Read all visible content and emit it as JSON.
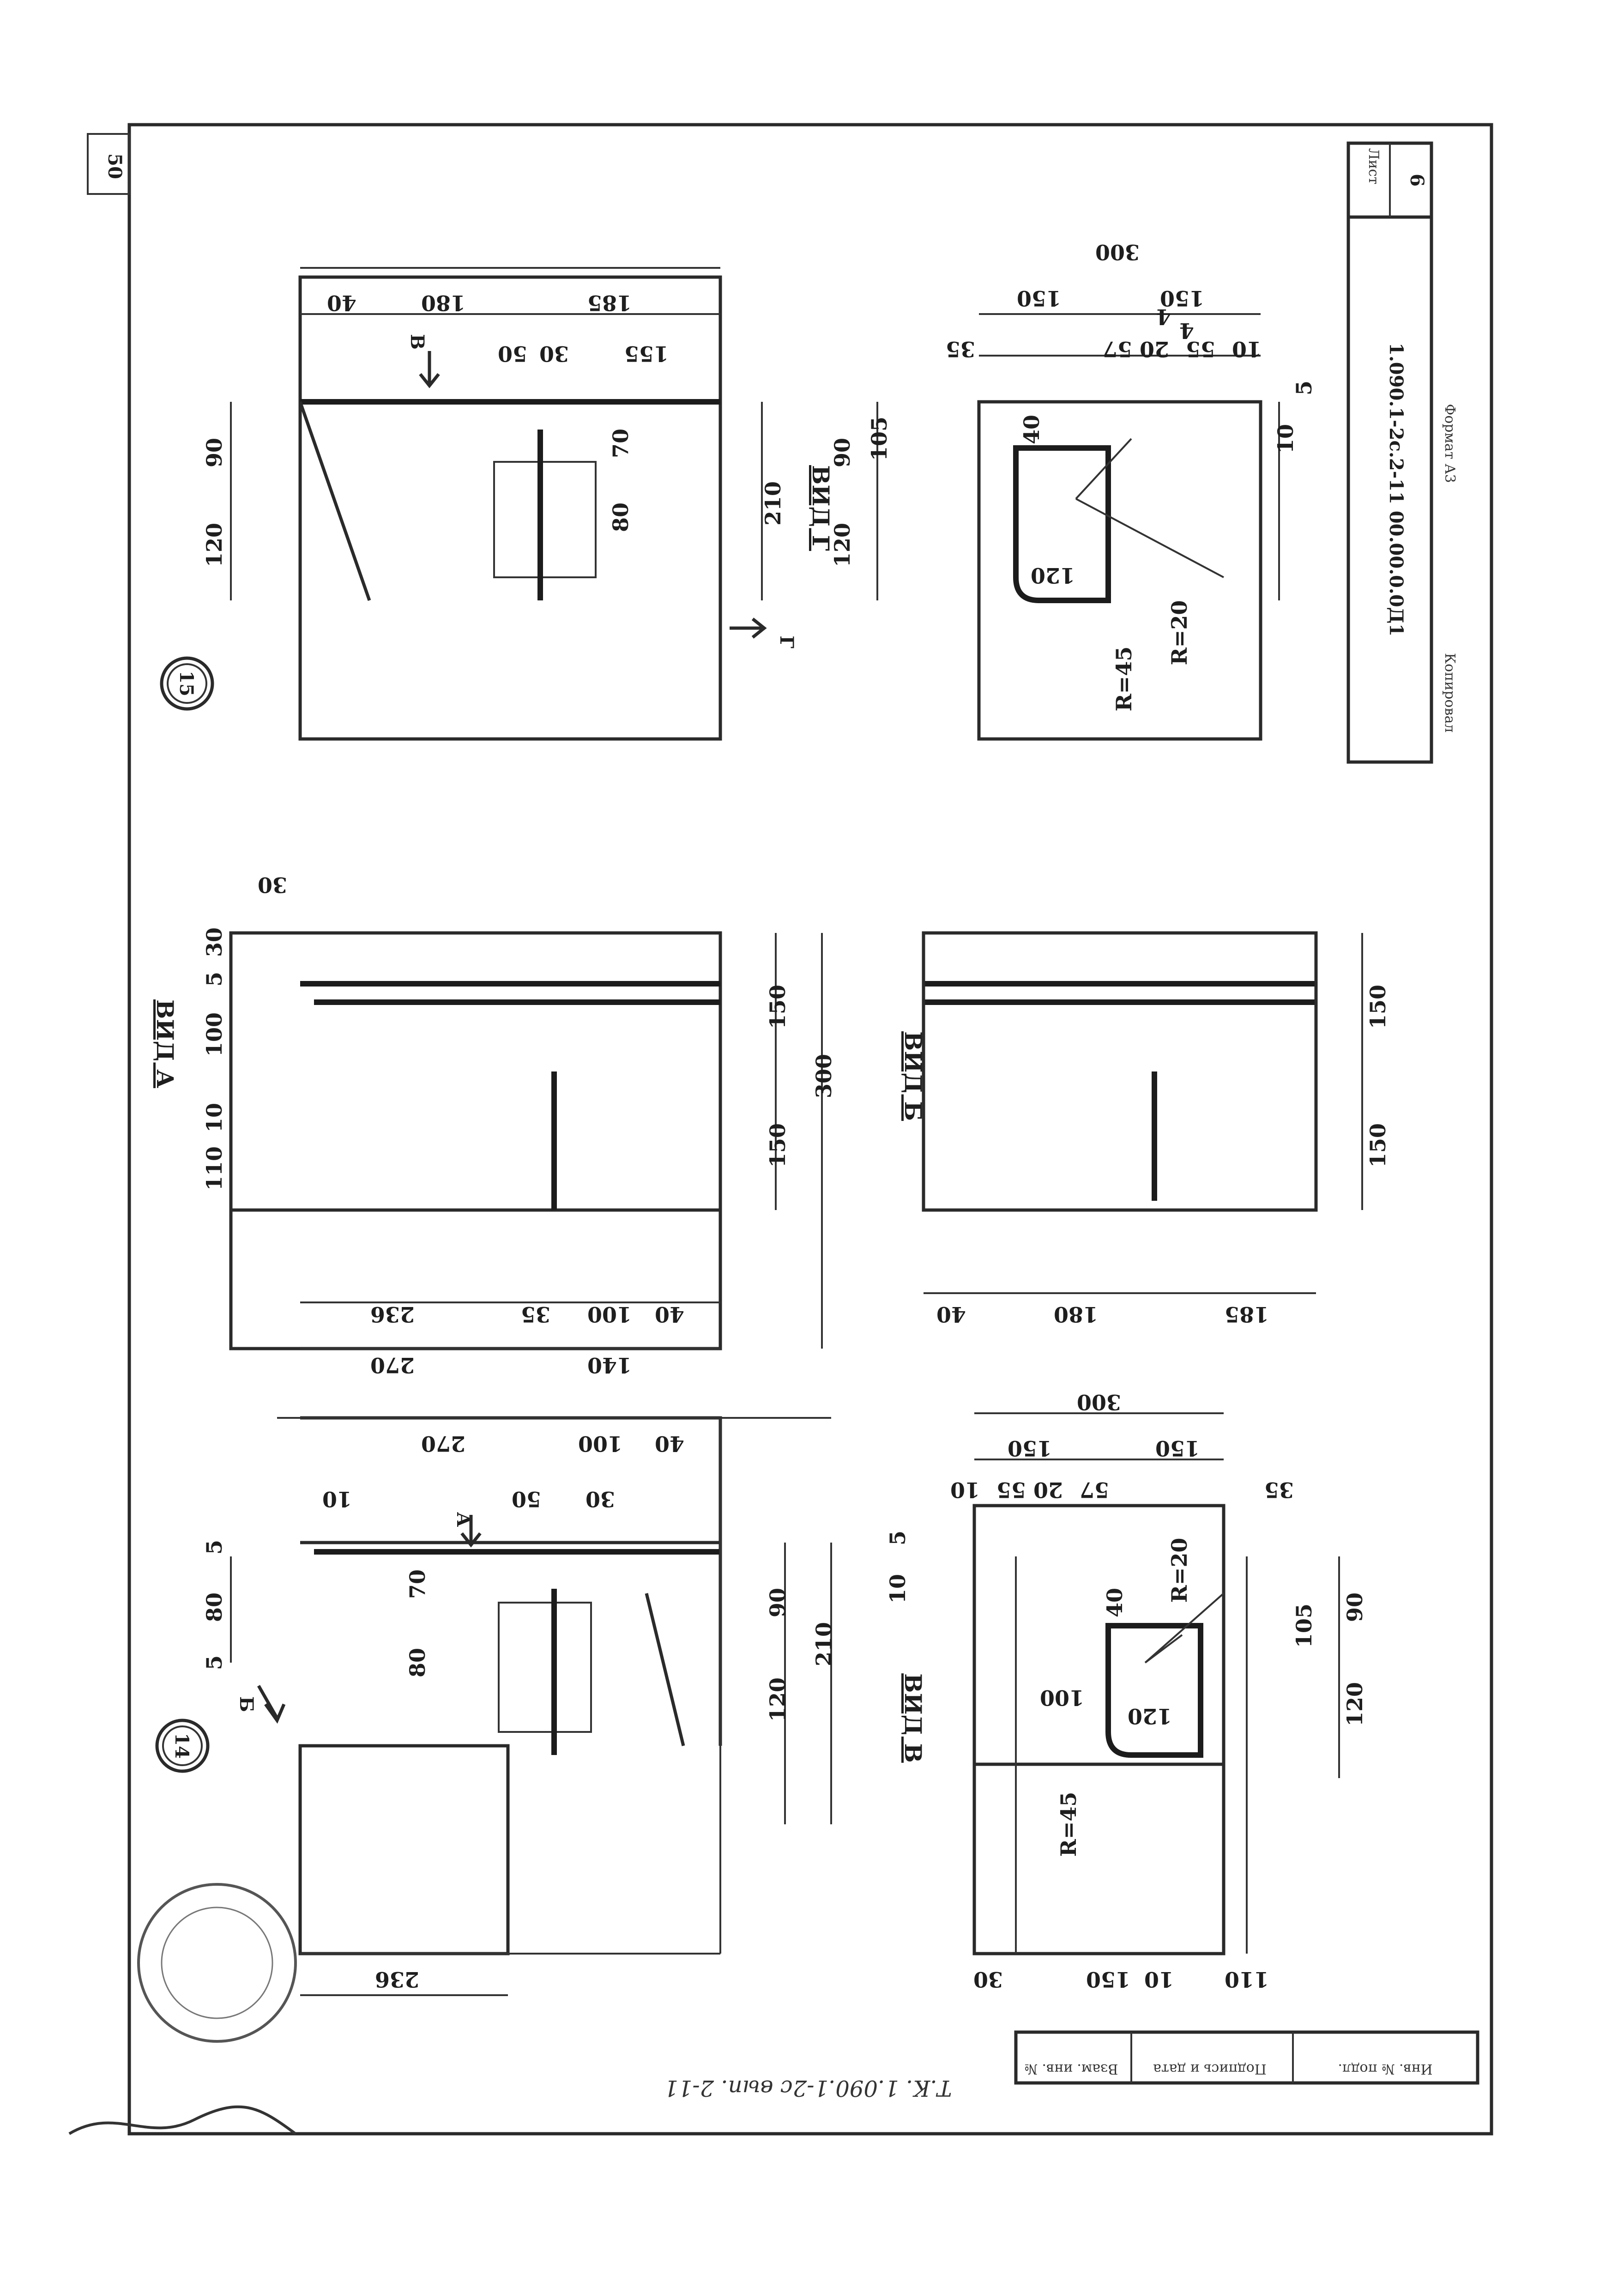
{
  "sheet": {
    "page_number": "50",
    "sheet_label": "Лист",
    "sheet_number": "6",
    "designation": "1.090.1-2с.2-11 00.00.0.0Д1",
    "copied_label": "Копировал",
    "format_label": "Формат А3",
    "left_stamp_1": "Т.К. 1.090.1-2с  вып. 2-11",
    "left_stamp_2": "Взам. инв. №",
    "left_stamp_3": "Подпись и дата",
    "left_stamp_4": "Инв. № подл."
  },
  "nodes": [
    {
      "id": "node-14",
      "label": "14"
    },
    {
      "id": "node-15",
      "label": "15"
    }
  ],
  "views": {
    "vid_a": "ВИД А",
    "vid_v_top": "ВИД В",
    "vid_b": "ВИД Б",
    "vid_g": "ВИД Г"
  },
  "arrows": {
    "a": "А",
    "b1": "Б",
    "v": "В",
    "g": "Г"
  },
  "dims": {
    "d236": "236",
    "d270": "270",
    "d140": "140",
    "d100": "100",
    "d40": "40",
    "d35": "35",
    "d30": "30",
    "d50": "50",
    "d10": "10",
    "d5": "5",
    "d80": "80",
    "d70": "70",
    "d90": "90",
    "d120": "120",
    "d210": "210",
    "d150": "150",
    "d300": "300",
    "d110": "110",
    "d180": "180",
    "d185": "185",
    "d155": "155",
    "d57": "57",
    "d55": "55",
    "d20": "20",
    "d4": "4",
    "d105": "105",
    "r45": "R=45",
    "r20": "R=20"
  }
}
